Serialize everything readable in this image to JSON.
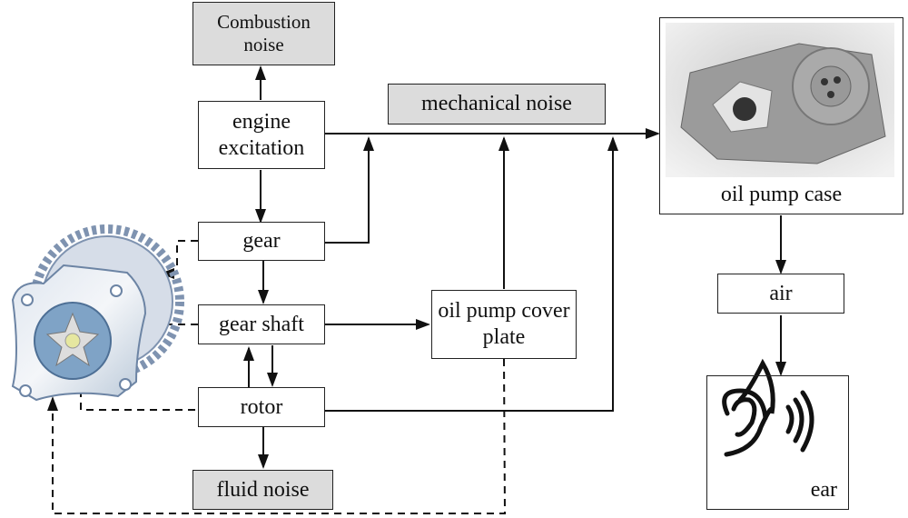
{
  "diagram": {
    "nodes": {
      "combustion_noise": "Combustion noise",
      "engine_excitation": "engine excitation",
      "mechanical_noise": "mechanical noise",
      "gear": "gear",
      "gear_shaft": "gear shaft",
      "oil_pump_cover_plate": "oil pump cover plate",
      "rotor": "rotor",
      "fluid_noise": "fluid noise",
      "oil_pump_case": "oil pump case",
      "air": "air",
      "ear": "ear"
    },
    "images": {
      "pump_illustration": "oil-pump-gear-rotor-illustration",
      "case_photo": "oil-pump-case-photo",
      "ear_icon": "ear-with-sound-waves-icon"
    },
    "colors": {
      "noise_box_fill": "#dcdcdc",
      "line": "#111111"
    }
  }
}
